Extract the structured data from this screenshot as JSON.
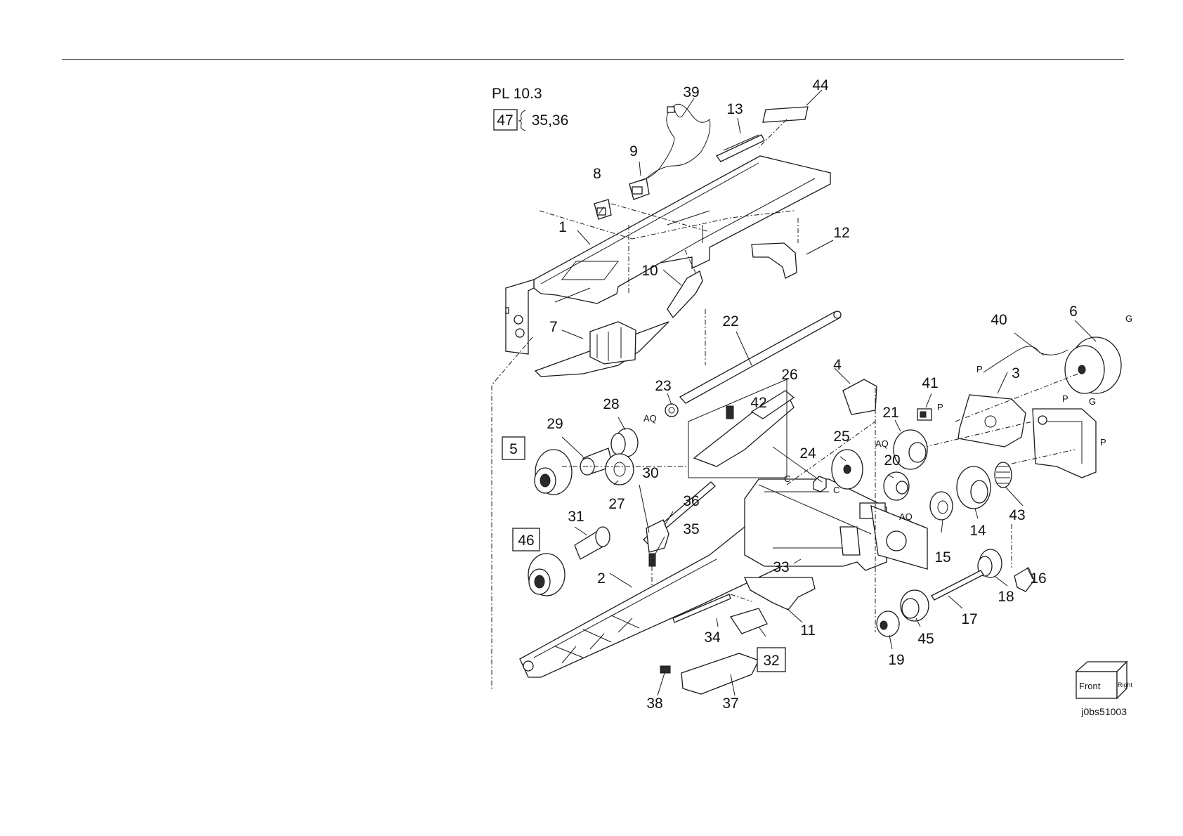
{
  "header": {
    "plate_label": "PL 10.3",
    "kit_number": "47",
    "kit_contents": "35,36"
  },
  "callouts": {
    "c1": "1",
    "c2": "2",
    "c3": "3",
    "c4": "4",
    "c5": "5",
    "c6": "6",
    "c7": "7",
    "c8": "8",
    "c9": "9",
    "c10": "10",
    "c11": "11",
    "c12": "12",
    "c13": "13",
    "c14": "14",
    "c15": "15",
    "c16": "16",
    "c17": "17",
    "c18": "18",
    "c19": "19",
    "c20": "20",
    "c21": "21",
    "c22": "22",
    "c23": "23",
    "c24": "24",
    "c25": "25",
    "c26": "26",
    "c27": "27",
    "c28": "28",
    "c29": "29",
    "c30": "30",
    "c31": "31",
    "c32": "32",
    "c33": "33",
    "c34": "34",
    "c35": "35",
    "c36": "36",
    "c37": "37",
    "c38": "38",
    "c39": "39",
    "c40": "40",
    "c41": "41",
    "c42": "42",
    "c43": "43",
    "c44": "44",
    "c45": "45",
    "c46": "46"
  },
  "refs": {
    "aq": "AQ",
    "c": "C",
    "p": "P",
    "g": "G"
  },
  "orientation": {
    "front": "Front",
    "right": "Right"
  },
  "figure_id": "j0bs51003"
}
